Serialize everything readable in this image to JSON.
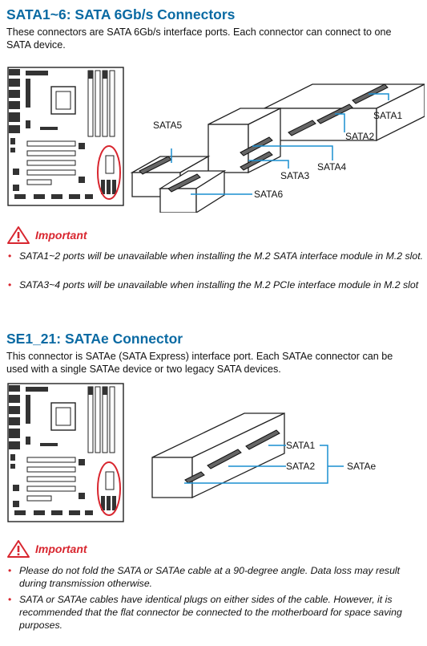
{
  "section1": {
    "title": "SATA1~6: SATA 6Gb/s Connectors",
    "intro": "These connectors are SATA 6Gb/s interface ports. Each connector can connect to one SATA device.",
    "labels": {
      "sata1": "SATA1",
      "sata2": "SATA2",
      "sata3": "SATA3",
      "sata4": "SATA4",
      "sata5": "SATA5",
      "sata6": "SATA6"
    },
    "important": {
      "label": "Important",
      "items": [
        "SATA1~2 ports will be unavailable when installing the M.2 SATA interface module in M.2 slot.",
        "SATA3~4 ports will be unavailable when installing the M.2 PCIe interface module in M.2 slot"
      ]
    }
  },
  "section2": {
    "title": "SE1_21: SATAe Connector",
    "intro": "This connector is SATAe (SATA  Express) interface port. Each SATAe connector can be used with a single SATAe device or two legacy SATA devices.",
    "labels": {
      "sata1": "SATA1",
      "sata2": "SATA2",
      "satae": "SATAe"
    },
    "important": {
      "label": "Important",
      "items": [
        "Please do not fold the SATA or SATAe cable at a 90-degree angle. Data loss may result during transmission otherwise.",
        "SATA or SATAe cables have identical plugs on either sides of the cable. However, it is recommended that the flat connector be connected to the motherboard for space saving purposes."
      ]
    }
  },
  "colors": {
    "heading": "#0a6aa3",
    "accent": "#d8262f",
    "callout": "#1a8fd0"
  }
}
